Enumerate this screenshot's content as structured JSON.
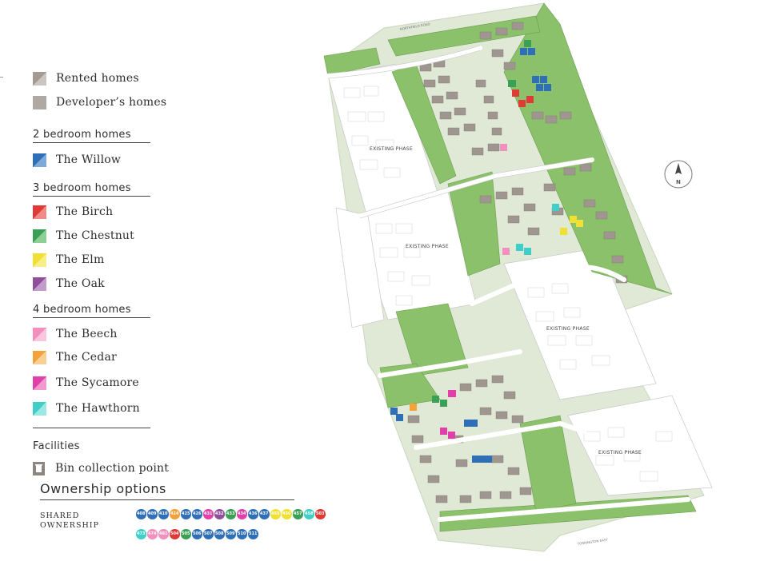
{
  "legend": {
    "rented": "Rented homes",
    "developer": "Developer’s homes",
    "two_bed_heading": "2 bedroom homes",
    "willow": "The Willow",
    "three_bed_heading": "3 bedroom homes",
    "birch": "The Birch",
    "chestnut": "The Chestnut",
    "elm": "The Elm",
    "oak": "The Oak",
    "four_bed_heading": "4 bedroom homes",
    "beech": "The Beech",
    "cedar": "The Cedar",
    "sycamore": "The Sycamore",
    "hawthorn": "The Hawthorn",
    "facilities_heading": "Facilities",
    "bin": "Bin collection point"
  },
  "colors": {
    "rented": "#b5aca6",
    "developer": "#b0a8a2",
    "willow": "#2f6fb8",
    "birch": "#e03a36",
    "chestnut": "#3aa055",
    "elm": "#f0e034",
    "oak": "#8f4f9a",
    "beech": "#f28fbc",
    "cedar": "#f3a23a",
    "sycamore": "#e040a8",
    "hawthorn": "#3fcfc8",
    "grass": "#9cc77a",
    "dark_grass": "#6fae55"
  },
  "ownership": {
    "heading": "Ownership options",
    "shared_label_line1": "SHARED",
    "shared_label_line2": "OWNERSHIP",
    "row1": [
      {
        "n": "408",
        "c": "#2f6fb8"
      },
      {
        "n": "409",
        "c": "#2f6fb8"
      },
      {
        "n": "410",
        "c": "#2f6fb8"
      },
      {
        "n": "424",
        "c": "#f3a23a"
      },
      {
        "n": "425",
        "c": "#2f6fb8"
      },
      {
        "n": "426",
        "c": "#2f6fb8"
      },
      {
        "n": "431",
        "c": "#e040a8"
      },
      {
        "n": "432",
        "c": "#8f4f9a"
      },
      {
        "n": "433",
        "c": "#3aa055"
      },
      {
        "n": "434",
        "c": "#e040a8"
      },
      {
        "n": "436",
        "c": "#2f6fb8"
      },
      {
        "n": "437",
        "c": "#2f6fb8"
      },
      {
        "n": "455",
        "c": "#f0e034"
      },
      {
        "n": "456",
        "c": "#f0e034"
      },
      {
        "n": "457",
        "c": "#3aa055"
      },
      {
        "n": "458",
        "c": "#3fcfc8"
      },
      {
        "n": "503",
        "c": "#e03a36"
      }
    ],
    "row2": [
      {
        "n": "473",
        "c": "#3fcfc8"
      },
      {
        "n": "474",
        "c": "#f28fbc"
      },
      {
        "n": "481",
        "c": "#f28fbc"
      },
      {
        "n": "504",
        "c": "#e03a36"
      },
      {
        "n": "505",
        "c": "#3aa055"
      },
      {
        "n": "506",
        "c": "#2f6fb8"
      },
      {
        "n": "507",
        "c": "#2f6fb8"
      },
      {
        "n": "508",
        "c": "#2f6fb8"
      },
      {
        "n": "509",
        "c": "#2f6fb8"
      },
      {
        "n": "510",
        "c": "#2f6fb8"
      },
      {
        "n": "511",
        "c": "#2f6fb8"
      }
    ]
  },
  "map": {
    "existing_phase_1": "EXISTING PHASE",
    "existing_phase_2": "EXISTING PHASE",
    "existing_phase_3": "EXISTING PHASE",
    "existing_phase_4": "EXISTING PHASE",
    "road_north": "NORTHFIELD ROAD",
    "road_south": "TORRINGTON EAST",
    "compass": "N"
  }
}
